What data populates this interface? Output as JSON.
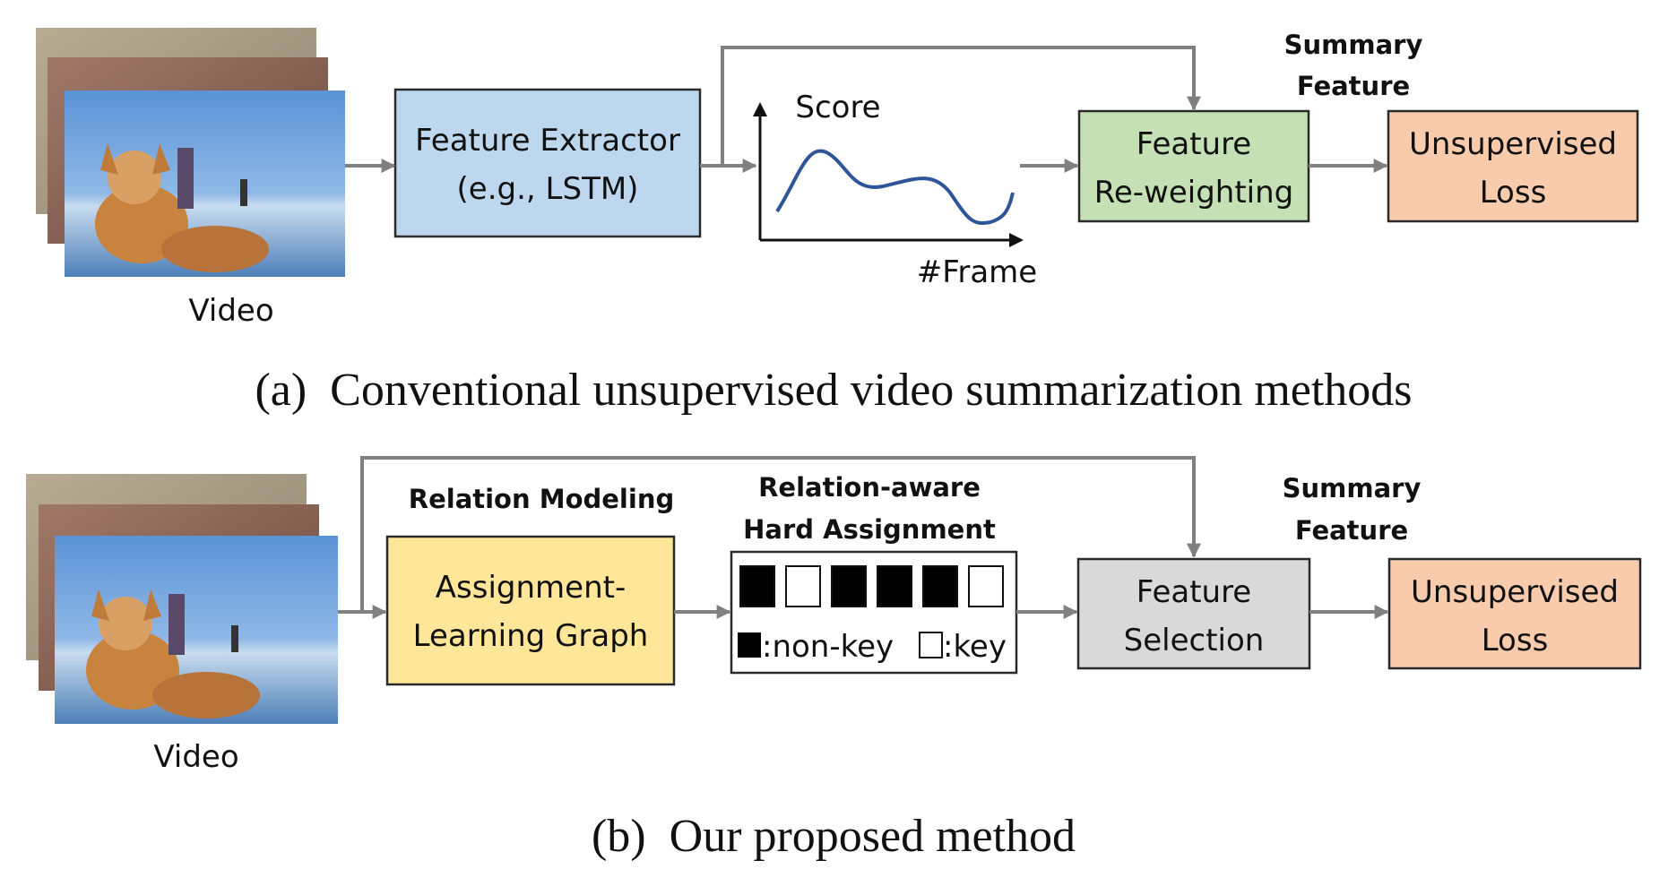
{
  "colors": {
    "extractor": "#bdd7ee",
    "reweighting": "#c5e0b4",
    "loss": "#f8cbad",
    "graph": "#ffe699",
    "selection": "#d9d9d9",
    "arrow": "#808080"
  },
  "panel_a": {
    "video_label": "Video",
    "extractor": {
      "line1": "Feature Extractor",
      "line2": "(e.g., LSTM)"
    },
    "score_plot": {
      "y_label": "Score",
      "x_label": "#Frame"
    },
    "reweighting": {
      "line1": "Feature",
      "line2": "Re-weighting"
    },
    "summary_feature": {
      "line1": "Summary",
      "line2": "Feature"
    },
    "loss": {
      "line1": "Unsupervised",
      "line2": "Loss"
    },
    "caption": "(a)  Conventional unsupervised video summarization methods"
  },
  "panel_b": {
    "video_label": "Video",
    "relation_modeling": "Relation Modeling",
    "graph": {
      "line1": "Assignment-",
      "line2": "Learning Graph"
    },
    "hard_assignment_title": {
      "line1": "Relation-aware",
      "line2": "Hard Assignment"
    },
    "assignment": [
      "non-key",
      "key",
      "non-key",
      "non-key",
      "non-key",
      "key"
    ],
    "legend": {
      "nonkey": ":non-key",
      "key": ":key"
    },
    "selection": {
      "line1": "Feature",
      "line2": "Selection"
    },
    "summary_feature": {
      "line1": "Summary",
      "line2": "Feature"
    },
    "loss": {
      "line1": "Unsupervised",
      "line2": "Loss"
    },
    "caption": "(b)  Our proposed method"
  }
}
